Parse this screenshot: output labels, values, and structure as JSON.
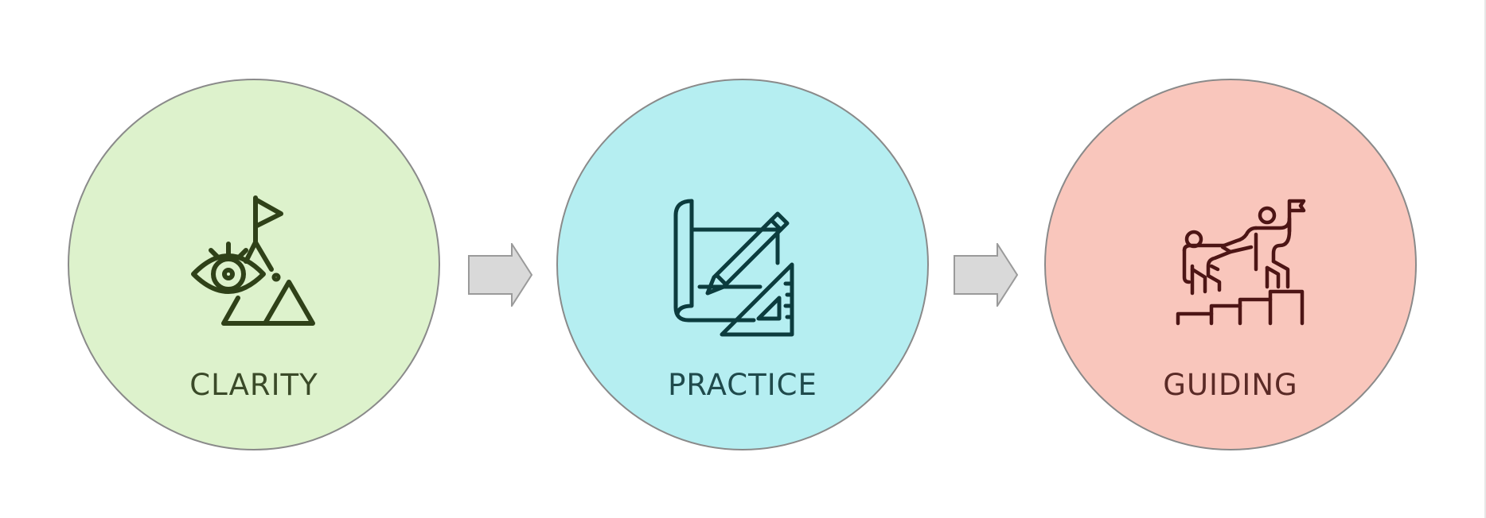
{
  "steps": [
    {
      "label": "CLARITY",
      "icon": "vision-mountain-flag-icon",
      "fill_color": "#ddf2cc",
      "icon_color": "#2f4118",
      "text_color": "#3a4a28"
    },
    {
      "label": "PRACTICE",
      "icon": "blueprint-pencil-ruler-icon",
      "fill_color": "#b5eef1",
      "icon_color": "#0c3c3e",
      "text_color": "#1f4a4c"
    },
    {
      "label": "GUIDING",
      "icon": "mentor-climbing-steps-icon",
      "fill_color": "#f9c6bc",
      "icon_color": "#4d1515",
      "text_color": "#5a2a26"
    }
  ],
  "connector": {
    "icon": "arrow-right-icon",
    "fill_color": "#d9d9d9",
    "stroke_color": "#9a9a9a"
  }
}
